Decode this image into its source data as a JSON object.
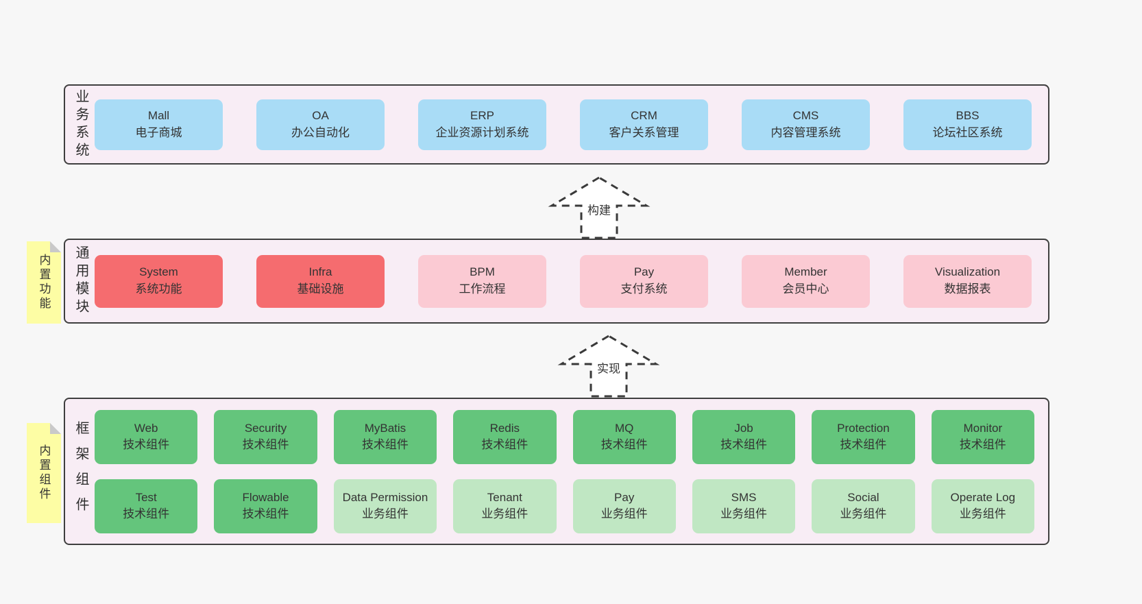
{
  "colors": {
    "page_bg": "#f7f7f7",
    "band_bg": "#f8edf5",
    "band_border": "#3f3f3f",
    "box_blue": "#a9dcf6",
    "box_red": "#f56c6f",
    "box_pink": "#fbcad3",
    "box_green_dark": "#64c57c",
    "box_green_light": "#c0e7c3",
    "sticky_yellow": "#fdfda4",
    "sticky_fold_gray": "#c9c9c9",
    "text": "#333333"
  },
  "arrows": [
    {
      "label": "构建"
    },
    {
      "label": "实现"
    }
  ],
  "stickies": [
    {
      "label": "内置功能"
    },
    {
      "label": "内置组件"
    }
  ],
  "bands": [
    {
      "label": "业务系统",
      "boxes": [
        {
          "name": "Mall",
          "desc": "电子商城"
        },
        {
          "name": "OA",
          "desc": "办公自动化"
        },
        {
          "name": "ERP",
          "desc": "企业资源计划系统"
        },
        {
          "name": "CRM",
          "desc": "客户关系管理"
        },
        {
          "name": "CMS",
          "desc": "内容管理系统"
        },
        {
          "name": "BBS",
          "desc": "论坛社区系统"
        }
      ]
    },
    {
      "label": "通用模块",
      "boxes": [
        {
          "name": "System",
          "desc": "系统功能"
        },
        {
          "name": "Infra",
          "desc": "基础设施"
        },
        {
          "name": "BPM",
          "desc": "工作流程"
        },
        {
          "name": "Pay",
          "desc": "支付系统"
        },
        {
          "name": "Member",
          "desc": "会员中心"
        },
        {
          "name": "Visualization",
          "desc": "数据报表"
        }
      ]
    },
    {
      "label": "框架组件",
      "rows": [
        [
          {
            "name": "Web",
            "desc": "技术组件"
          },
          {
            "name": "Security",
            "desc": "技术组件"
          },
          {
            "name": "MyBatis",
            "desc": "技术组件"
          },
          {
            "name": "Redis",
            "desc": "技术组件"
          },
          {
            "name": "MQ",
            "desc": "技术组件"
          },
          {
            "name": "Job",
            "desc": "技术组件"
          },
          {
            "name": "Protection",
            "desc": "技术组件"
          },
          {
            "name": "Monitor",
            "desc": "技术组件"
          }
        ],
        [
          {
            "name": "Test",
            "desc": "技术组件"
          },
          {
            "name": "Flowable",
            "desc": "技术组件"
          },
          {
            "name": "Data Permission",
            "desc": "业务组件"
          },
          {
            "name": "Tenant",
            "desc": "业务组件"
          },
          {
            "name": "Pay",
            "desc": "业务组件"
          },
          {
            "name": "SMS",
            "desc": "业务组件"
          },
          {
            "name": "Social",
            "desc": "业务组件"
          },
          {
            "name": "Operate Log",
            "desc": "业务组件"
          }
        ]
      ]
    }
  ]
}
